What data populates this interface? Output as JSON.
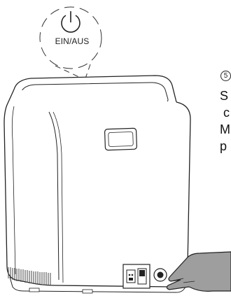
{
  "labels": {
    "power_label": "EIN/AUS",
    "step_number": "5"
  },
  "instruction_lines": [
    "S",
    " c",
    "M",
    "p"
  ],
  "icons": {
    "power": "power-icon",
    "hand": "hand-icon",
    "device": "device-illustration",
    "socket": "power-socket-icon",
    "switch": "rocker-switch-icon"
  },
  "colors": {
    "line": "#222222",
    "skin": "#9e9e9e",
    "device_fill": "#ffffff",
    "vent": "#444444"
  }
}
